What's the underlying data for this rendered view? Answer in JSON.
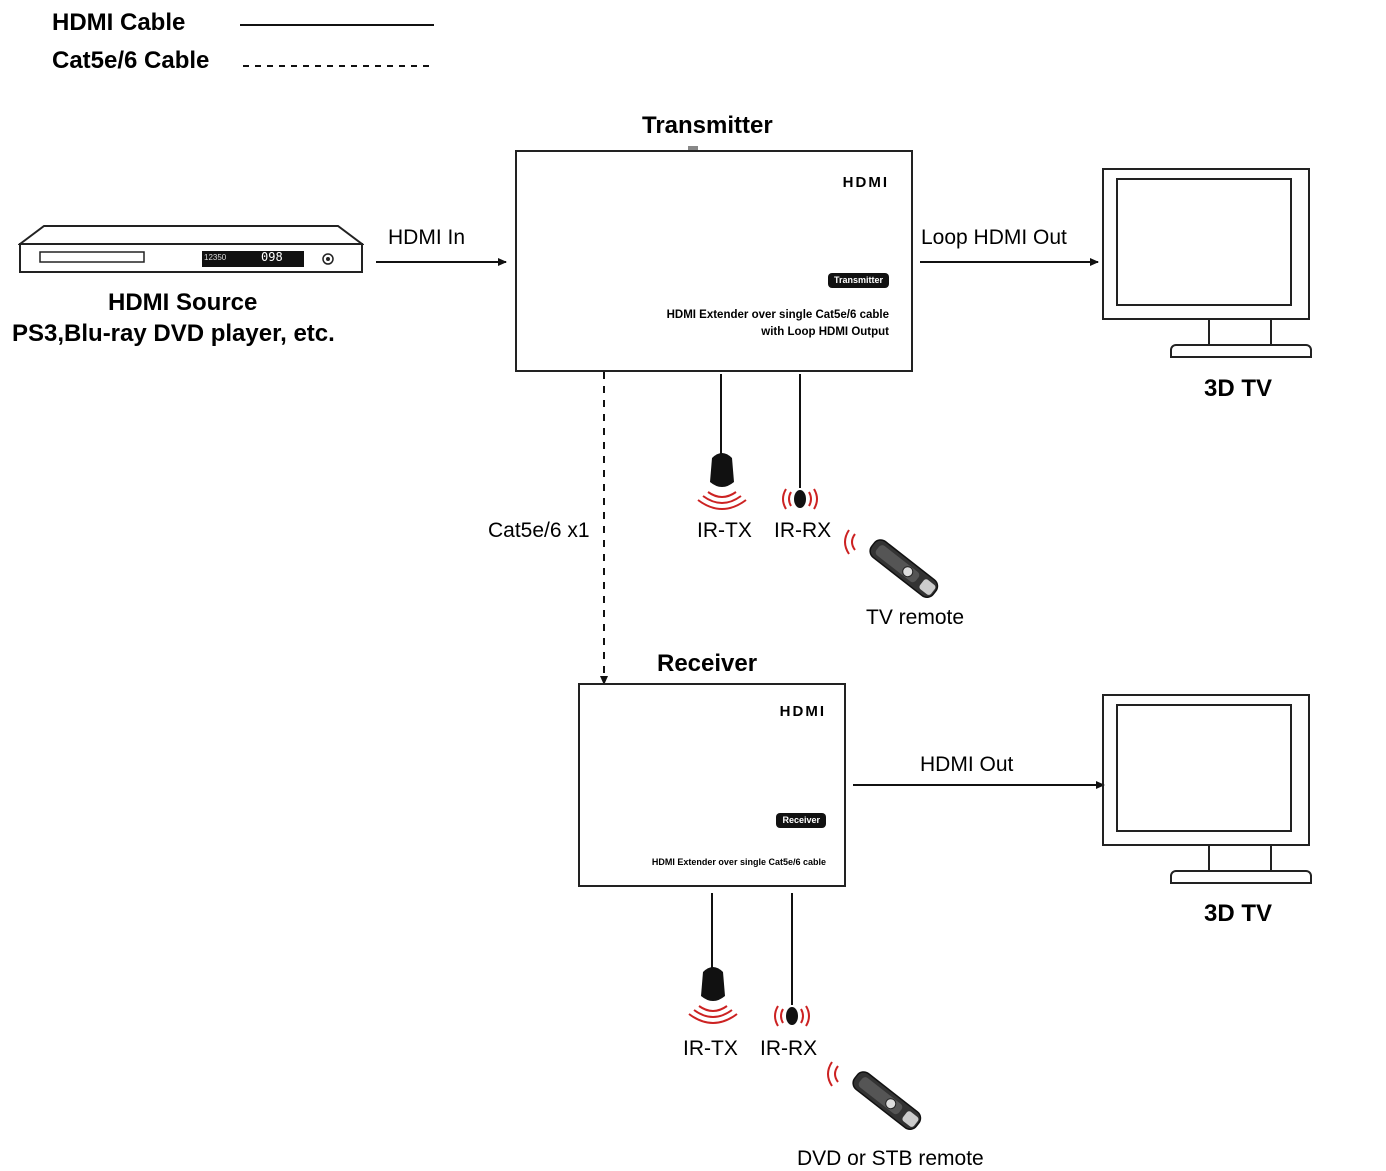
{
  "legend": {
    "hdmi_cable": "HDMI Cable",
    "cat_cable": "Cat5e/6 Cable"
  },
  "source": {
    "title": "HDMI Source",
    "subtitle": "PS3,Blu-ray DVD player, etc.",
    "display_small": "12350",
    "display_big": "098"
  },
  "transmitter": {
    "heading": "Transmitter",
    "logo": "HDMI",
    "badge": "Transmitter",
    "desc_line1": "HDMI Extender over single Cat5e/6 cable",
    "desc_line2": "with Loop HDMI Output"
  },
  "receiver": {
    "heading": "Receiver",
    "logo": "HDMI",
    "badge": "Receiver",
    "desc_line1": "HDMI Extender over single Cat5e/6 cable"
  },
  "connections": {
    "hdmi_in": "HDMI In",
    "loop_out": "Loop HDMI Out",
    "cat_link": "Cat5e/6 x1",
    "hdmi_out": "HDMI Out"
  },
  "tv_top": {
    "label": "3D TV"
  },
  "tv_bottom": {
    "label": "3D TV"
  },
  "ir_top": {
    "tx": "IR-TX",
    "rx": "IR-RX",
    "remote": "TV remote"
  },
  "ir_bottom": {
    "tx": "IR-TX",
    "rx": "IR-RX",
    "remote": "DVD or STB remote"
  },
  "colors": {
    "line": "#111111",
    "wave": "#cc2222"
  }
}
